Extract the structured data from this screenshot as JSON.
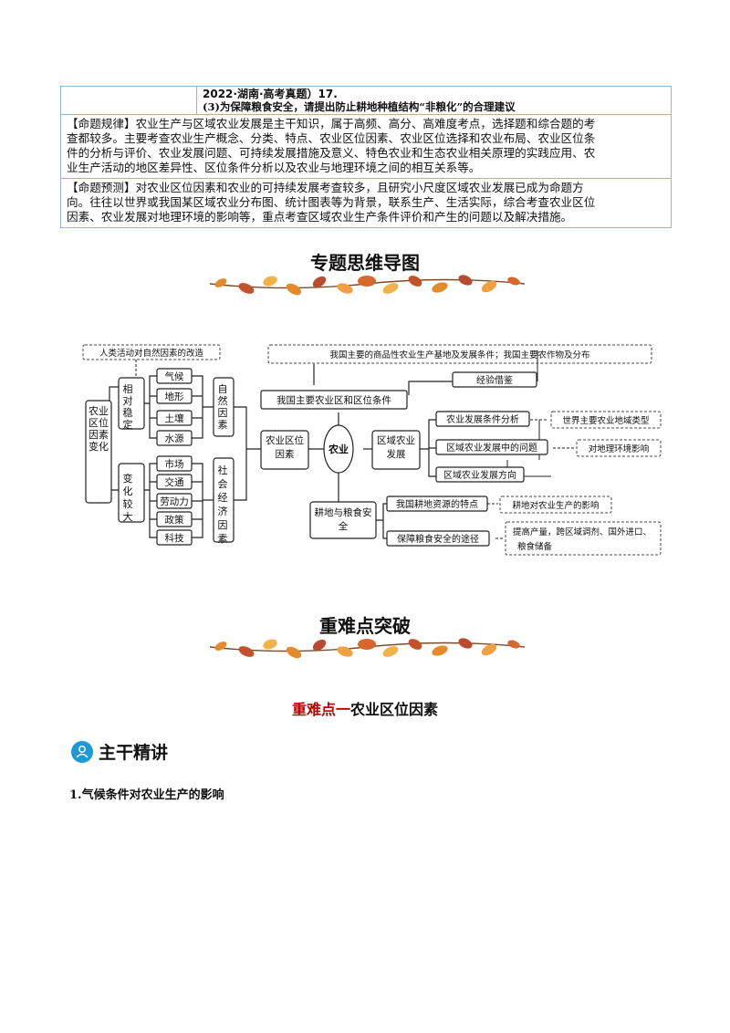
{
  "header_table": {
    "source": "2022·湖南·高考真题）17.",
    "question": "(3)为保障粮食安全，请提出防止耕地种植结构“非粮化”的合理建议",
    "rule_lines": [
      "【命题规律】农业生产与区域农业发展是主干知识，属于高频、高分、高难度考点，选择题和综合题的考",
      "查都较多。主要考查农业生产概念、分类、特点、农业区位因素、农业区位选择和农业布局、农业区位条",
      "件的分析与评价、农业发展问题、可持续发展措施及意义、特色农业和生态农业相关原理的实践应用、农",
      "业生产活动的地区差异性、区位条件分析以及农业与地理环境之间的相互关系等。"
    ],
    "forecast_lines": [
      "【命题预测】对农业区位因素和农业的可持续发展考查较多，且研究小尺度区域农业发展已成为命题方",
      "向。往往以世界或我国某区域农业分布图、统计图表等为背景，联系生产、生活实际，综合考查农业区位",
      "因素、农业发展对地理环境的影响等，重点考查区域农业生产条件评价和产生的问题以及解决措施。"
    ]
  },
  "section1_title": "专题思维导图",
  "mindmap": {
    "human_change": "人类活动对自然因素的改造",
    "base_top": "我国主要的商品性农业生产基地及发展条件；我国主要农作物及分布",
    "experience": "经验借鉴",
    "china_regions": "我国主要农业区和区位条件",
    "left_root": "农业区位因素变化",
    "stable": "相对稳定",
    "variable": "变化较大",
    "natural_factors": [
      "气候",
      "地形",
      "土壤",
      "水源"
    ],
    "natural_label": "自然因素",
    "social_factors": [
      "市场",
      "交通",
      "劳动力",
      "政策",
      "科技"
    ],
    "social_label": "社会经济因素",
    "location": "农业区位因素",
    "center": "农业",
    "regional": "区域农业发展",
    "dev_analysis": "农业发展条件分析",
    "world_types": "世界主要农业地域类型",
    "dev_problems": "区域农业发展中的问题",
    "env_impact": "对地理环境影响",
    "dev_direction": "区域农业发展方向",
    "land_food": "耕地与粮食安全",
    "land_features": "我国耕地资源的特点",
    "land_impact": "耕地对农业生产的影响",
    "food_security": "保障粮食安全的途径",
    "food_measures_1": "提高产量，跨区域调剂、国外进口、",
    "food_measures_2": "粮食储备"
  },
  "section2_title": "重难点突破",
  "key_point_red": "重难点一",
  "key_point_rest": "农业区位因素",
  "section3_title": "主干精讲",
  "subheading": "1.气候条件对农业生产的影响"
}
